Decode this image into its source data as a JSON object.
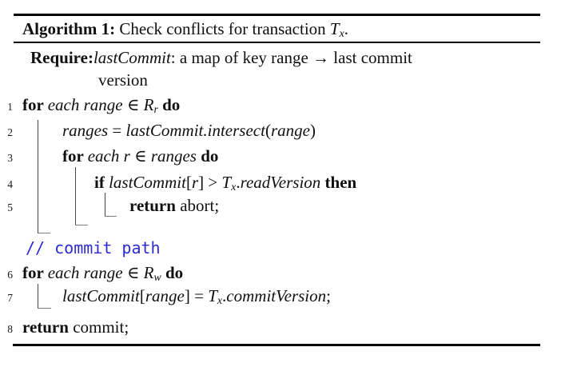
{
  "colors": {
    "comment_blue": "#2b2bd4",
    "text": "#101010"
  },
  "caption": {
    "segs": [
      {
        "t": "Algorithm 1:",
        "f": "b"
      },
      {
        "t": " Check conflicts for transaction ",
        "f": "r"
      },
      {
        "t": "T",
        "f": "i"
      },
      {
        "t": "x",
        "f": "s"
      },
      {
        "t": ".",
        "f": "r"
      }
    ]
  },
  "require": {
    "segs": [
      {
        "t": "Require:",
        "f": "b"
      },
      {
        "t": "lastCommit",
        "f": "i"
      },
      {
        "t": ": a map of key range → last commit",
        "f": "r"
      }
    ],
    "continuation": "version"
  },
  "comment": {
    "text": "// commit path"
  },
  "lines": [
    {
      "no": "1",
      "segs": [
        {
          "t": "for ",
          "f": "b"
        },
        {
          "t": "each range ",
          "f": "i"
        },
        {
          "t": "∈ ",
          "f": "r"
        },
        {
          "t": "R",
          "f": "i"
        },
        {
          "t": "r",
          "f": "s"
        },
        {
          "t": " ",
          "f": "r"
        },
        {
          "t": "do",
          "f": "b"
        }
      ]
    },
    {
      "no": "2",
      "segs": [
        {
          "t": "ranges ",
          "f": "i"
        },
        {
          "t": "= ",
          "f": "r"
        },
        {
          "t": "lastCommit.intersect",
          "f": "i"
        },
        {
          "t": "(",
          "f": "r"
        },
        {
          "t": "range",
          "f": "i"
        },
        {
          "t": ")",
          "f": "r"
        }
      ]
    },
    {
      "no": "3",
      "segs": [
        {
          "t": "for ",
          "f": "b"
        },
        {
          "t": "each r ",
          "f": "i"
        },
        {
          "t": "∈ ",
          "f": "r"
        },
        {
          "t": "ranges ",
          "f": "i"
        },
        {
          "t": "do",
          "f": "b"
        }
      ]
    },
    {
      "no": "4",
      "segs": [
        {
          "t": "if ",
          "f": "b"
        },
        {
          "t": "lastCommit",
          "f": "i"
        },
        {
          "t": "[",
          "f": "r"
        },
        {
          "t": "r",
          "f": "i"
        },
        {
          "t": "] > ",
          "f": "r"
        },
        {
          "t": "T",
          "f": "i"
        },
        {
          "t": "x",
          "f": "s"
        },
        {
          "t": ".",
          "f": "r"
        },
        {
          "t": "readVersion ",
          "f": "i"
        },
        {
          "t": "then",
          "f": "b"
        }
      ]
    },
    {
      "no": "5",
      "segs": [
        {
          "t": "return ",
          "f": "b"
        },
        {
          "t": "abort;",
          "f": "r"
        }
      ]
    },
    {
      "no": "6",
      "segs": [
        {
          "t": "for ",
          "f": "b"
        },
        {
          "t": "each range ",
          "f": "i"
        },
        {
          "t": "∈ ",
          "f": "r"
        },
        {
          "t": "R",
          "f": "i"
        },
        {
          "t": "w",
          "f": "s"
        },
        {
          "t": " ",
          "f": "r"
        },
        {
          "t": "do",
          "f": "b"
        }
      ]
    },
    {
      "no": "7",
      "segs": [
        {
          "t": "lastCommit",
          "f": "i"
        },
        {
          "t": "[",
          "f": "r"
        },
        {
          "t": "range",
          "f": "i"
        },
        {
          "t": "] = ",
          "f": "r"
        },
        {
          "t": "T",
          "f": "i"
        },
        {
          "t": "x",
          "f": "s"
        },
        {
          "t": ".",
          "f": "r"
        },
        {
          "t": "commitVersion",
          "f": "i"
        },
        {
          "t": ";",
          "f": "r"
        }
      ]
    },
    {
      "no": "8",
      "segs": [
        {
          "t": "return ",
          "f": "b"
        },
        {
          "t": "commit;",
          "f": "r"
        }
      ]
    }
  ]
}
